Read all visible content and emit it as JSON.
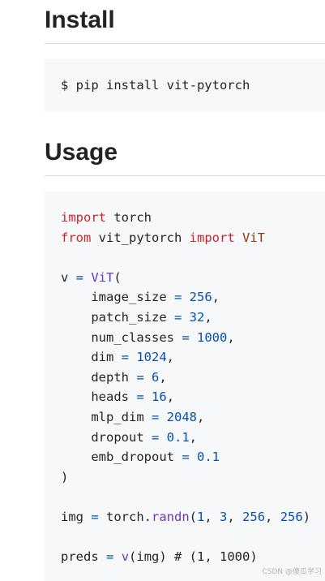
{
  "install": {
    "heading": "Install",
    "command": "$ pip install vit-pytorch"
  },
  "usage": {
    "heading": "Usage",
    "lines": [
      [
        {
          "t": "import",
          "c": "kw"
        },
        {
          "t": " torch",
          "c": ""
        }
      ],
      [
        {
          "t": "from",
          "c": "kw"
        },
        {
          "t": " vit_pytorch ",
          "c": ""
        },
        {
          "t": "import",
          "c": "kw"
        },
        {
          "t": " ",
          "c": ""
        },
        {
          "t": "ViT",
          "c": "cls"
        }
      ],
      [],
      [
        {
          "t": "v ",
          "c": ""
        },
        {
          "t": "=",
          "c": "op"
        },
        {
          "t": " ",
          "c": ""
        },
        {
          "t": "ViT",
          "c": "fn"
        },
        {
          "t": "(",
          "c": ""
        }
      ],
      [
        {
          "t": "    image_size ",
          "c": ""
        },
        {
          "t": "=",
          "c": "op"
        },
        {
          "t": " ",
          "c": ""
        },
        {
          "t": "256",
          "c": "num"
        },
        {
          "t": ",",
          "c": ""
        }
      ],
      [
        {
          "t": "    patch_size ",
          "c": ""
        },
        {
          "t": "=",
          "c": "op"
        },
        {
          "t": " ",
          "c": ""
        },
        {
          "t": "32",
          "c": "num"
        },
        {
          "t": ",",
          "c": ""
        }
      ],
      [
        {
          "t": "    num_classes ",
          "c": ""
        },
        {
          "t": "=",
          "c": "op"
        },
        {
          "t": " ",
          "c": ""
        },
        {
          "t": "1000",
          "c": "num"
        },
        {
          "t": ",",
          "c": ""
        }
      ],
      [
        {
          "t": "    dim ",
          "c": ""
        },
        {
          "t": "=",
          "c": "op"
        },
        {
          "t": " ",
          "c": ""
        },
        {
          "t": "1024",
          "c": "num"
        },
        {
          "t": ",",
          "c": ""
        }
      ],
      [
        {
          "t": "    depth ",
          "c": ""
        },
        {
          "t": "=",
          "c": "op"
        },
        {
          "t": " ",
          "c": ""
        },
        {
          "t": "6",
          "c": "num"
        },
        {
          "t": ",",
          "c": ""
        }
      ],
      [
        {
          "t": "    heads ",
          "c": ""
        },
        {
          "t": "=",
          "c": "op"
        },
        {
          "t": " ",
          "c": ""
        },
        {
          "t": "16",
          "c": "num"
        },
        {
          "t": ",",
          "c": ""
        }
      ],
      [
        {
          "t": "    mlp_dim ",
          "c": ""
        },
        {
          "t": "=",
          "c": "op"
        },
        {
          "t": " ",
          "c": ""
        },
        {
          "t": "2048",
          "c": "num"
        },
        {
          "t": ",",
          "c": ""
        }
      ],
      [
        {
          "t": "    dropout ",
          "c": ""
        },
        {
          "t": "=",
          "c": "op"
        },
        {
          "t": " ",
          "c": ""
        },
        {
          "t": "0.1",
          "c": "num"
        },
        {
          "t": ",",
          "c": ""
        }
      ],
      [
        {
          "t": "    emb_dropout ",
          "c": ""
        },
        {
          "t": "=",
          "c": "op"
        },
        {
          "t": " ",
          "c": ""
        },
        {
          "t": "0.1",
          "c": "num"
        }
      ],
      [
        {
          "t": ")",
          "c": ""
        }
      ],
      [],
      [
        {
          "t": "img ",
          "c": ""
        },
        {
          "t": "=",
          "c": "op"
        },
        {
          "t": " torch.",
          "c": ""
        },
        {
          "t": "randn",
          "c": "fn"
        },
        {
          "t": "(",
          "c": ""
        },
        {
          "t": "1",
          "c": "num"
        },
        {
          "t": ", ",
          "c": ""
        },
        {
          "t": "3",
          "c": "num"
        },
        {
          "t": ", ",
          "c": ""
        },
        {
          "t": "256",
          "c": "num"
        },
        {
          "t": ", ",
          "c": ""
        },
        {
          "t": "256",
          "c": "num"
        },
        {
          "t": ")",
          "c": ""
        }
      ],
      [],
      [
        {
          "t": "preds ",
          "c": ""
        },
        {
          "t": "=",
          "c": "op"
        },
        {
          "t": " ",
          "c": ""
        },
        {
          "t": "v",
          "c": "fn"
        },
        {
          "t": "(img) # (1, 1000)",
          "c": ""
        }
      ]
    ]
  },
  "watermark": "CSDN @傻瓜学习",
  "colors": {
    "keyword": "#cf222e",
    "class": "#953800",
    "function": "#6639ba",
    "number": "#0550ae",
    "code_background": "#f6f8fa"
  }
}
